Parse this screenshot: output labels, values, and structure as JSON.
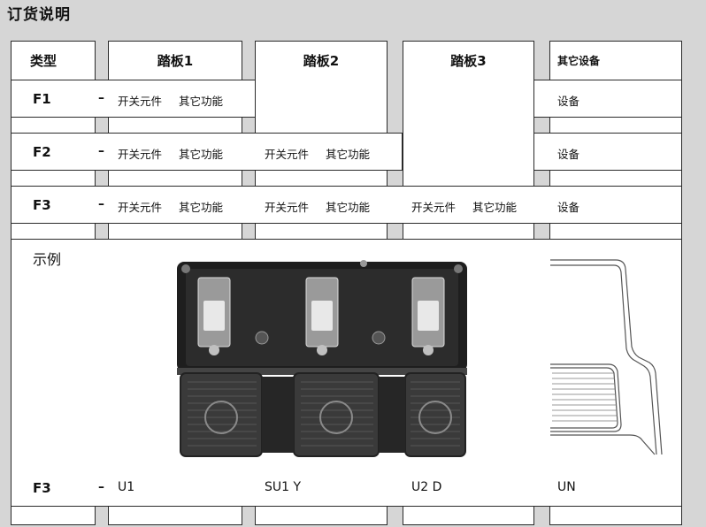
{
  "page": {
    "title": "订货说明"
  },
  "headers": {
    "type": "类型",
    "pedal1": "踏板1",
    "pedal2": "踏板2",
    "pedal3": "踏板3",
    "other": "其它设备"
  },
  "rows": [
    {
      "code": "F1",
      "dash": "–",
      "p1_switch": "开关元件",
      "p1_func": "其它功能",
      "p2_switch": "",
      "p2_func": "",
      "p3_switch": "",
      "p3_func": "",
      "device": "设备"
    },
    {
      "code": "F2",
      "dash": "–",
      "p1_switch": "开关元件",
      "p1_func": "其它功能",
      "p2_switch": "开关元件",
      "p2_func": "其它功能",
      "p3_switch": "",
      "p3_func": "",
      "device": "设备"
    },
    {
      "code": "F3",
      "dash": "–",
      "p1_switch": "开关元件",
      "p1_func": "其它功能",
      "p2_switch": "开关元件",
      "p2_func": "其它功能",
      "p3_switch": "开关元件",
      "p3_func": "其它功能",
      "device": "设备"
    }
  ],
  "example": {
    "label": "示例",
    "code": "F3",
    "dash": "–",
    "pedal1": "U1",
    "pedal2": "SU1 Y",
    "pedal3": "U2 D",
    "other": "UN"
  },
  "colors": {
    "background": "#d6d6d6",
    "border": "#2a2a2a",
    "pedal_body": "#3a3a3a"
  }
}
